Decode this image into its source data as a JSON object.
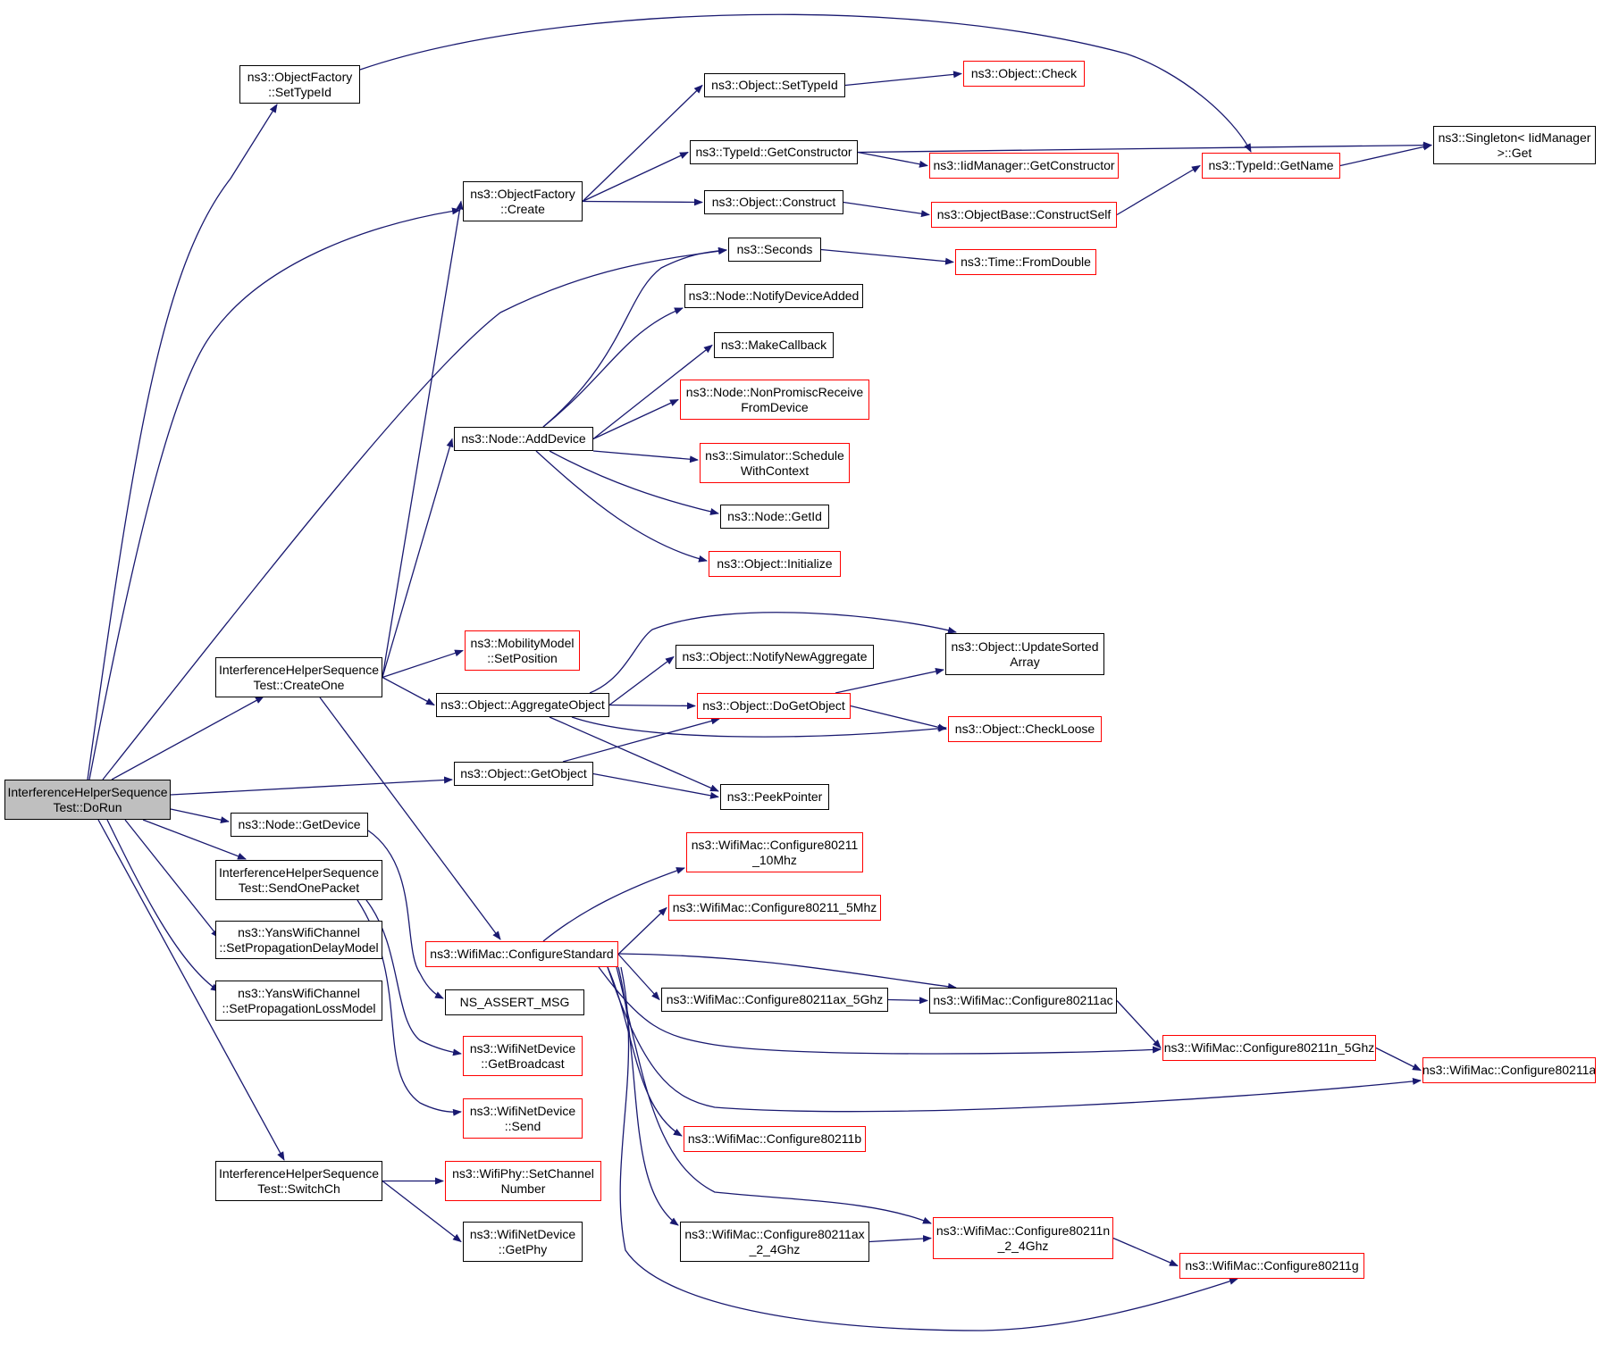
{
  "graph": {
    "colors": {
      "edge": "#191970",
      "box": "#000000",
      "box_incomplete": "#ff0000",
      "root_fill": "#bfbfbf"
    },
    "root": "InterferenceHelperSequence\nTest::DoRun",
    "nodes": {
      "dorun": {
        "label": "InterferenceHelperSequence\nTest::DoRun",
        "red": false,
        "root": true
      },
      "of_settypeid": {
        "label": "ns3::ObjectFactory\n::SetTypeId",
        "red": false
      },
      "of_create": {
        "label": "ns3::ObjectFactory\n::Create",
        "red": false
      },
      "obj_settypeid": {
        "label": "ns3::Object::SetTypeId",
        "red": false
      },
      "obj_check": {
        "label": "ns3::Object::Check",
        "red": true
      },
      "typeid_getctor": {
        "label": "ns3::TypeId::GetConstructor",
        "red": false
      },
      "iidmgr_getctor": {
        "label": "ns3::IidManager::GetConstructor",
        "red": true
      },
      "typeid_getname": {
        "label": "ns3::TypeId::GetName",
        "red": true
      },
      "singleton_get": {
        "label": "ns3::Singleton< IidManager\n>::Get",
        "red": false
      },
      "obj_construct": {
        "label": "ns3::Object::Construct",
        "red": false
      },
      "objbase_constructself": {
        "label": "ns3::ObjectBase::ConstructSelf",
        "red": true
      },
      "seconds": {
        "label": "ns3::Seconds",
        "red": false
      },
      "time_fromdouble": {
        "label": "ns3::Time::FromDouble",
        "red": true
      },
      "node_notifydeviceadded": {
        "label": "ns3::Node::NotifyDeviceAdded",
        "red": false
      },
      "makecallback": {
        "label": "ns3::MakeCallback",
        "red": false
      },
      "node_nonpromisc": {
        "label": "ns3::Node::NonPromiscReceive\nFromDevice",
        "red": true
      },
      "node_adddevice": {
        "label": "ns3::Node::AddDevice",
        "red": false
      },
      "sim_schedule": {
        "label": "ns3::Simulator::Schedule\nWithContext",
        "red": true
      },
      "node_getid": {
        "label": "ns3::Node::GetId",
        "red": false
      },
      "obj_initialize": {
        "label": "ns3::Object::Initialize",
        "red": true
      },
      "createone": {
        "label": "InterferenceHelperSequence\nTest::CreateOne",
        "red": false
      },
      "mobility_setposition": {
        "label": "ns3::MobilityModel\n::SetPosition",
        "red": true
      },
      "obj_notifynewagg": {
        "label": "ns3::Object::NotifyNewAggregate",
        "red": false
      },
      "obj_updatesorted": {
        "label": "ns3::Object::UpdateSorted\nArray",
        "red": false
      },
      "obj_aggregate": {
        "label": "ns3::Object::AggregateObject",
        "red": false
      },
      "obj_dogetobject": {
        "label": "ns3::Object::DoGetObject",
        "red": true
      },
      "obj_checkloose": {
        "label": "ns3::Object::CheckLoose",
        "red": true
      },
      "obj_getobject": {
        "label": "ns3::Object::GetObject",
        "red": false
      },
      "peekpointer": {
        "label": "ns3::PeekPointer",
        "red": false
      },
      "node_getdevice": {
        "label": "ns3::Node::GetDevice",
        "red": false
      },
      "sendonepacket": {
        "label": "InterferenceHelperSequence\nTest::SendOnePacket",
        "red": false
      },
      "yans_setdelay": {
        "label": "ns3::YansWifiChannel\n::SetPropagationDelayModel",
        "red": false
      },
      "yans_setloss": {
        "label": "ns3::YansWifiChannel\n::SetPropagationLossModel",
        "red": false
      },
      "mac_10mhz": {
        "label": "ns3::WifiMac::Configure80211\n_10Mhz",
        "red": true
      },
      "mac_5mhz": {
        "label": "ns3::WifiMac::Configure80211_5Mhz",
        "red": true
      },
      "mac_configstandard": {
        "label": "ns3::WifiMac::ConfigureStandard",
        "red": true
      },
      "mac_ax5": {
        "label": "ns3::WifiMac::Configure80211ax_5Ghz",
        "red": false
      },
      "mac_ac": {
        "label": "ns3::WifiMac::Configure80211ac",
        "red": false
      },
      "ns_assert": {
        "label": "NS_ASSERT_MSG",
        "red": false
      },
      "mac_n5": {
        "label": "ns3::WifiMac::Configure80211n_5Ghz",
        "red": true
      },
      "mac_a": {
        "label": "ns3::WifiMac::Configure80211a",
        "red": true
      },
      "wnd_getbroadcast": {
        "label": "ns3::WifiNetDevice\n::GetBroadcast",
        "red": true
      },
      "wnd_send": {
        "label": "ns3::WifiNetDevice\n::Send",
        "red": true
      },
      "mac_b": {
        "label": "ns3::WifiMac::Configure80211b",
        "red": true
      },
      "switchch": {
        "label": "InterferenceHelperSequence\nTest::SwitchCh",
        "red": false
      },
      "phy_setchannel": {
        "label": "ns3::WifiPhy::SetChannel\nNumber",
        "red": true
      },
      "mac_n24": {
        "label": "ns3::WifiMac::Configure80211n\n_2_4Ghz",
        "red": true
      },
      "mac_ax24": {
        "label": "ns3::WifiMac::Configure80211ax\n_2_4Ghz",
        "red": false
      },
      "mac_g": {
        "label": "ns3::WifiMac::Configure80211g",
        "red": true
      },
      "wnd_getphy": {
        "label": "ns3::WifiNetDevice\n::GetPhy",
        "red": false
      }
    },
    "edges": [
      [
        "dorun",
        "of_settypeid"
      ],
      [
        "dorun",
        "of_create"
      ],
      [
        "dorun",
        "seconds"
      ],
      [
        "dorun",
        "createone"
      ],
      [
        "dorun",
        "obj_getobject"
      ],
      [
        "dorun",
        "node_getdevice"
      ],
      [
        "dorun",
        "sendonepacket"
      ],
      [
        "dorun",
        "yans_setdelay"
      ],
      [
        "dorun",
        "yans_setloss"
      ],
      [
        "dorun",
        "switchch"
      ],
      [
        "of_settypeid",
        "typeid_getname"
      ],
      [
        "of_create",
        "obj_settypeid"
      ],
      [
        "of_create",
        "typeid_getctor"
      ],
      [
        "of_create",
        "obj_construct"
      ],
      [
        "obj_settypeid",
        "obj_check"
      ],
      [
        "typeid_getctor",
        "iidmgr_getctor"
      ],
      [
        "typeid_getctor",
        "singleton_get"
      ],
      [
        "obj_construct",
        "objbase_constructself"
      ],
      [
        "objbase_constructself",
        "typeid_getname"
      ],
      [
        "typeid_getname",
        "singleton_get"
      ],
      [
        "seconds",
        "time_fromdouble"
      ],
      [
        "node_adddevice",
        "seconds"
      ],
      [
        "node_adddevice",
        "node_notifydeviceadded"
      ],
      [
        "node_adddevice",
        "makecallback"
      ],
      [
        "node_adddevice",
        "node_nonpromisc"
      ],
      [
        "node_adddevice",
        "sim_schedule"
      ],
      [
        "node_adddevice",
        "node_getid"
      ],
      [
        "node_adddevice",
        "obj_initialize"
      ],
      [
        "createone",
        "of_create"
      ],
      [
        "createone",
        "node_adddevice"
      ],
      [
        "createone",
        "mobility_setposition"
      ],
      [
        "createone",
        "obj_aggregate"
      ],
      [
        "createone",
        "mac_configstandard"
      ],
      [
        "obj_aggregate",
        "obj_updatesorted"
      ],
      [
        "obj_aggregate",
        "obj_notifynewagg"
      ],
      [
        "obj_aggregate",
        "obj_dogetobject"
      ],
      [
        "obj_aggregate",
        "obj_checkloose"
      ],
      [
        "obj_aggregate",
        "peekpointer"
      ],
      [
        "obj_dogetobject",
        "obj_updatesorted"
      ],
      [
        "obj_dogetobject",
        "obj_checkloose"
      ],
      [
        "obj_getobject",
        "obj_dogetobject"
      ],
      [
        "obj_getobject",
        "peekpointer"
      ],
      [
        "node_getdevice",
        "ns_assert"
      ],
      [
        "sendonepacket",
        "wnd_getbroadcast"
      ],
      [
        "sendonepacket",
        "wnd_send"
      ],
      [
        "mac_configstandard",
        "mac_10mhz"
      ],
      [
        "mac_configstandard",
        "mac_5mhz"
      ],
      [
        "mac_configstandard",
        "mac_ac"
      ],
      [
        "mac_configstandard",
        "mac_ax5"
      ],
      [
        "mac_configstandard",
        "mac_n5"
      ],
      [
        "mac_configstandard",
        "mac_a"
      ],
      [
        "mac_configstandard",
        "mac_b"
      ],
      [
        "mac_configstandard",
        "mac_n24"
      ],
      [
        "mac_configstandard",
        "mac_ax24"
      ],
      [
        "mac_configstandard",
        "mac_g"
      ],
      [
        "mac_ax5",
        "mac_ac"
      ],
      [
        "mac_ac",
        "mac_n5"
      ],
      [
        "mac_n5",
        "mac_a"
      ],
      [
        "mac_ax24",
        "mac_n24"
      ],
      [
        "mac_n24",
        "mac_g"
      ],
      [
        "switchch",
        "phy_setchannel"
      ],
      [
        "switchch",
        "wnd_getphy"
      ]
    ]
  }
}
